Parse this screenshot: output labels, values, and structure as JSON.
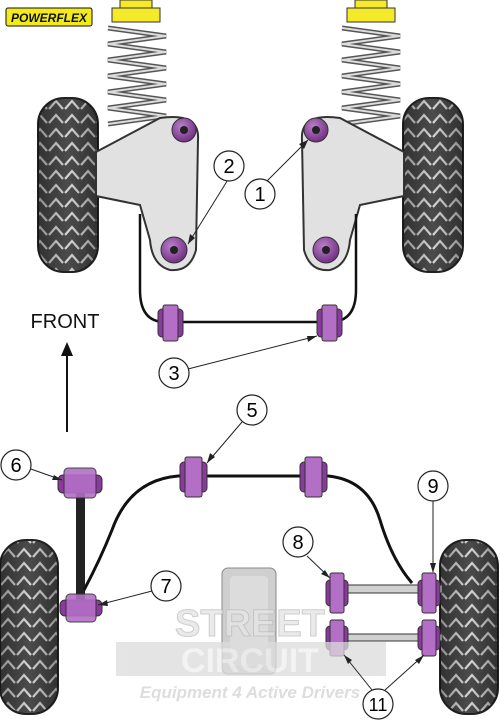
{
  "brand": {
    "logo_text": "POWERFLEX"
  },
  "labels": {
    "front": "FRONT"
  },
  "callouts": {
    "c1": "1",
    "c2": "2",
    "c3": "3",
    "c5": "5",
    "c6": "6",
    "c7": "7",
    "c8": "8",
    "c9": "9",
    "c11": "11"
  },
  "watermark": {
    "line1": "STREET",
    "line2": "CIRCUIT",
    "tagline": "Equipment 4 Active Drivers"
  },
  "colors": {
    "bush": "#8a3a9c",
    "bush_dark": "#5a1f6a",
    "spring_cap": "#f4ea2a",
    "arm_fill": "#e1e1e1",
    "tyre": "#4b4b4b"
  }
}
